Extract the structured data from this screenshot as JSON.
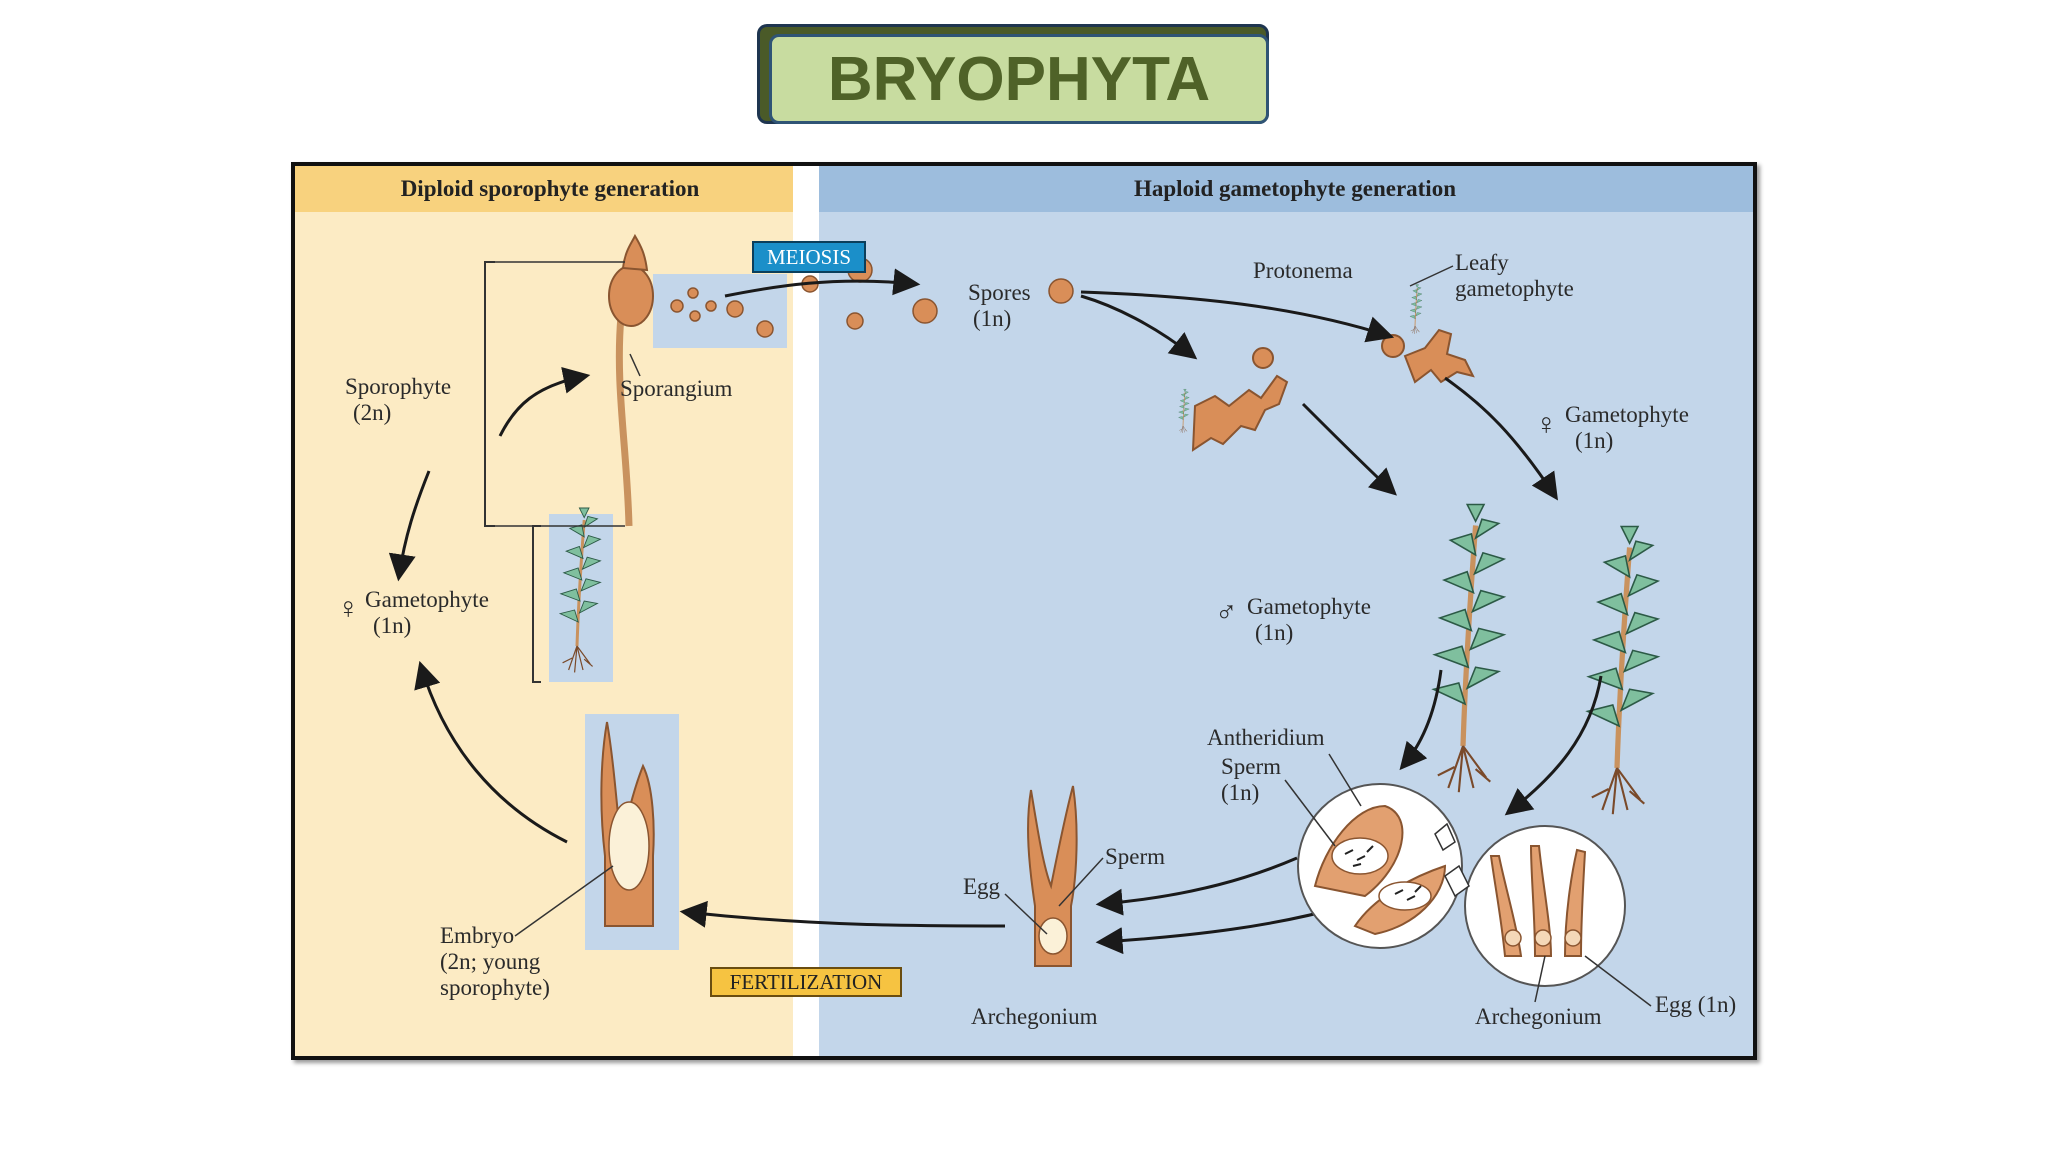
{
  "title": "BRYOPHYTA",
  "diagram": {
    "headers": {
      "diploid": "Diploid sporophyte generation",
      "haploid": "Haploid gametophyte generation"
    },
    "tags": {
      "meiosis": "MEIOSIS",
      "fertilization": "FERTILIZATION"
    },
    "labels": {
      "sporophyte": "Sporophyte",
      "sporophyte_ploidy": "(2n)",
      "sporangium": "Sporangium",
      "female_gametophyte_left": "Gametophyte",
      "female_gametophyte_left_ploidy": "(1n)",
      "embryo": "Embryo",
      "embryo_ploidy": "(2n; young",
      "embryo_note": "sporophyte)",
      "spores": "Spores",
      "spores_ploidy": "(1n)",
      "protonema": "Protonema",
      "leafy": "Leafy",
      "leafy_gametophyte": "gametophyte",
      "female_gametophyte_right": "Gametophyte",
      "female_gametophyte_right_ploidy": "(1n)",
      "male_gametophyte": "Gametophyte",
      "male_gametophyte_ploidy": "(1n)",
      "antheridium": "Antheridium",
      "sperm_in_antheridium": "Sperm",
      "sperm_in_antheridium_ploidy": "(1n)",
      "sperm": "Sperm",
      "egg": "Egg",
      "archegonium_center": "Archegonium",
      "archegonium_right": "Archegonium",
      "egg_right": "Egg (1n)"
    },
    "colors": {
      "diploid_bg": "#fcebc4",
      "diploid_header": "#f8d27e",
      "haploid_bg": "#c3d6ea",
      "haploid_header": "#9dbddd",
      "plant_brown": "#d98e58",
      "leaf_green": "#7fbf9e",
      "meiosis_tag": "#1b8fc9",
      "fertilization_tag": "#f6c341"
    }
  }
}
